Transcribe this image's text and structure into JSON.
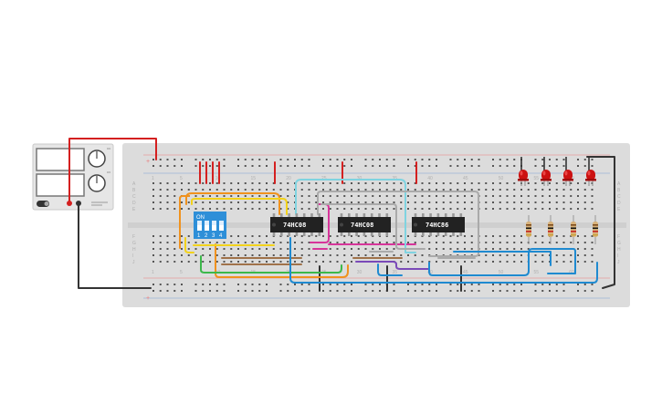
{
  "power_supply": {
    "knob_labels": [
      "CC",
      "CV"
    ],
    "icons": [
      "voltage-display",
      "current-display",
      "voltage-knob",
      "current-knob",
      "power-switch"
    ]
  },
  "breadboard": {
    "column_numbers": [
      "1",
      "5",
      "10",
      "15",
      "20",
      "25",
      "30",
      "35",
      "40",
      "45",
      "50",
      "55",
      "60"
    ],
    "row_letters_top": [
      "A",
      "B",
      "C",
      "D",
      "E"
    ],
    "row_letters_bottom": [
      "F",
      "G",
      "H",
      "I",
      "J"
    ],
    "rail_plus": "+",
    "rail_minus": "−"
  },
  "dip_switch": {
    "on_label": "ON",
    "numbers": [
      "1",
      "2",
      "3",
      "4"
    ]
  },
  "chips": [
    {
      "label": "74HC08"
    },
    {
      "label": "74HC08"
    },
    {
      "label": "74HC86"
    }
  ],
  "leds": {
    "count": 4,
    "color": "#cc1111"
  },
  "resistors": {
    "count": 4
  },
  "colors": {
    "wire_red": "#d42020",
    "wire_black": "#333333",
    "wire_orange": "#f0921e",
    "wire_yellow": "#f2d21b",
    "wire_green": "#3cb84a",
    "wire_brown": "#a0724a",
    "wire_magenta": "#d7359a",
    "wire_cyan": "#7fd3e0",
    "wire_gray": "#aaaaaa",
    "wire_blue": "#1f8ad0",
    "wire_purple": "#7a4ab8",
    "dip_blue": "#2e8fd8"
  }
}
